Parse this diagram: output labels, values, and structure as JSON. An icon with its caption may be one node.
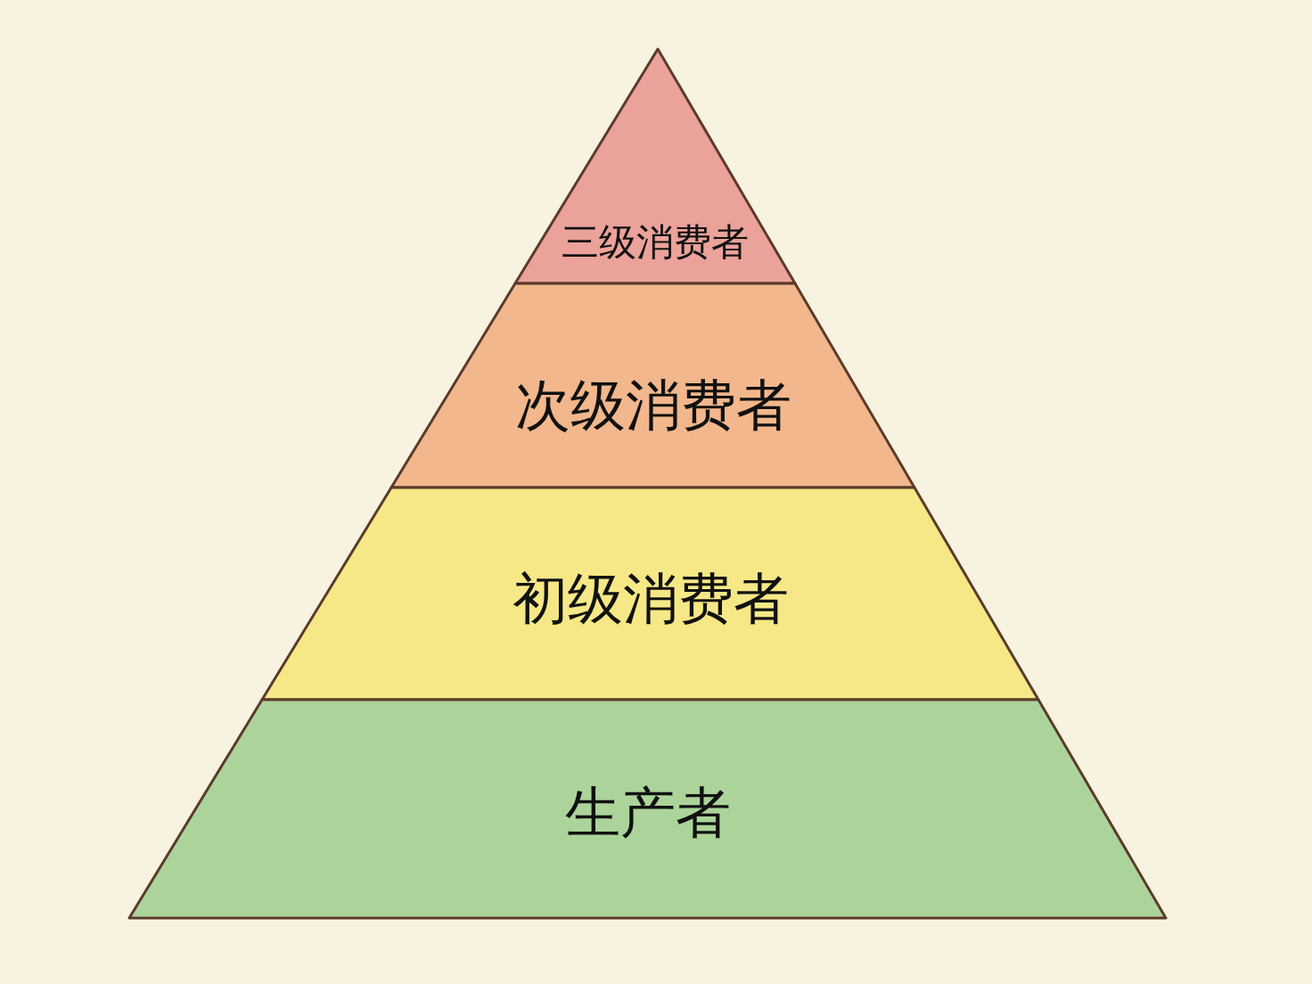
{
  "diagram": {
    "nodes": [
      {
        "text": [
          "三级消费者"
        ]
      },
      {
        "text": [
          "次级消费者"
        ]
      },
      {
        "text": [
          "初级消费者"
        ]
      },
      {
        "text": [
          "生产者"
        ]
      }
    ]
  }
}
